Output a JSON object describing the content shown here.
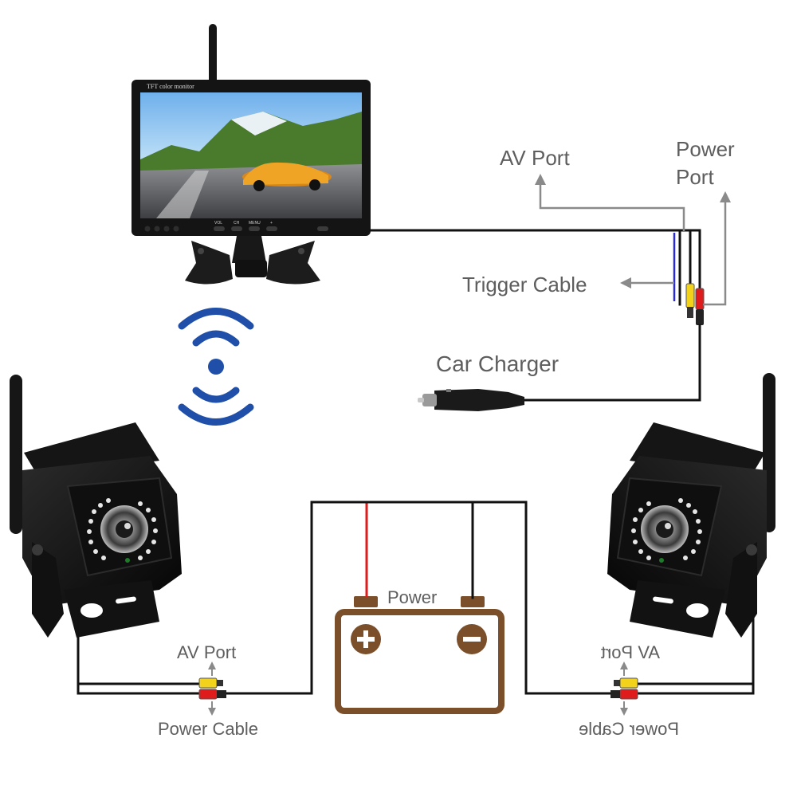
{
  "monitor": {
    "brand_text": "TFT color monitor",
    "button_labels": [
      "VOL",
      "CH",
      "MENU",
      "+"
    ]
  },
  "labels": {
    "av_port_top": "AV Port",
    "power_port_line1": "Power",
    "power_port_line2": "Port",
    "trigger_cable": "Trigger Cable",
    "car_charger": "Car Charger",
    "battery": "Power",
    "av_port_left": "AV Port",
    "power_cable_left": "Power Cable",
    "av_port_right": "AV Port",
    "power_cable_right": "Power Cable"
  },
  "colors": {
    "wire": "#111111",
    "red_wire": "#e01b1b",
    "trigger_wire": "#2a2ad6",
    "battery_outline": "#7a4f2a",
    "wireless_signal": "#1f4fa8",
    "connector_yellow": "#f2d21b"
  },
  "icons": {
    "wireless": "wireless-signal-icon",
    "plus": "plus-icon",
    "minus": "minus-icon"
  }
}
